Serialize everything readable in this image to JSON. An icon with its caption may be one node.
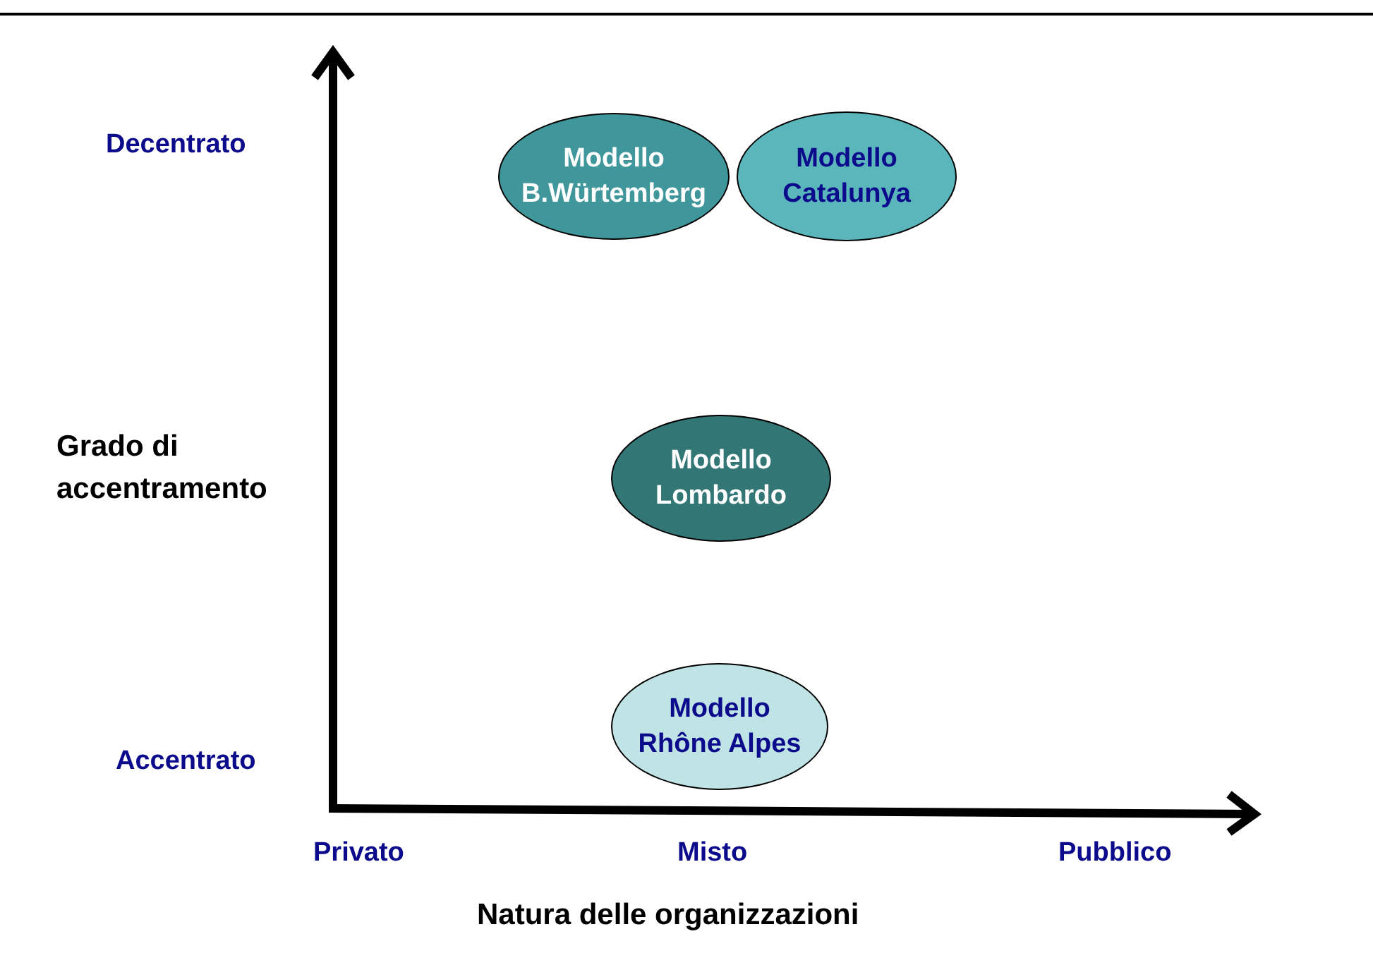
{
  "diagram": {
    "nodes": [
      {
        "text": [
          "Modello B.Würtemberg"
        ]
      },
      {
        "text": [
          "Modello Catalunya"
        ]
      },
      {
        "text": [
          "Modello Lombardo"
        ]
      },
      {
        "text": [
          "Modello Rhône Alpes"
        ]
      }
    ],
    "labels": [
      "Decentrato",
      "Grado di accentramento",
      "Accentrato",
      "Privato",
      "Misto",
      "Pubblico",
      "Natura delle organizzazioni"
    ]
  }
}
